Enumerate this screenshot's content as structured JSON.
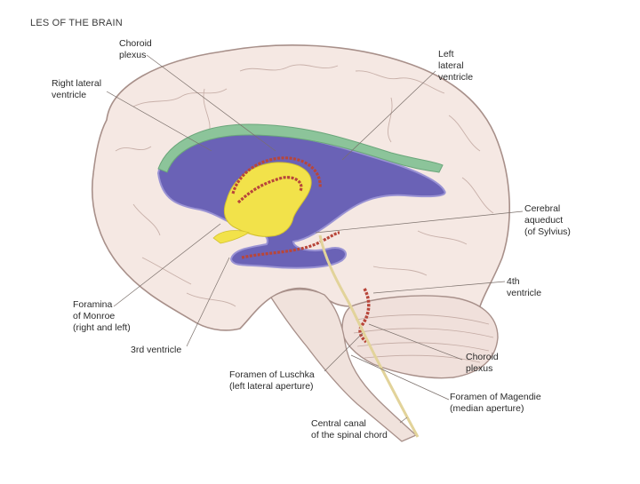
{
  "title": "LES OF THE BRAIN",
  "labels": {
    "choroid_plexus_top": "Choroid\nplexus",
    "left_lateral_ventricle": "Left\nlateral\nventricle",
    "right_lateral_ventricle": "Right lateral\nventricle",
    "cerebral_aqueduct": "Cerebral\naqueduct\n(of Sylvius)",
    "fourth_ventricle": "4th\nventricle",
    "foramina_of_monroe": "Foramina\nof Monroe\n(right and left)",
    "third_ventricle": "3rd ventricle",
    "choroid_plexus_bottom": "Choroid\nplexus",
    "foramen_of_luschka": "Foramen of Luschka\n(left lateral aperture)",
    "foramen_of_magendie": "Foramen of Magendie\n(median aperture)",
    "central_canal": "Central canal\nof the spinal chord"
  },
  "colors": {
    "brain_fill": "#f4e6e1",
    "brain_outline": "#a8908a",
    "lateral_ventricle": "#6a62b6",
    "ventricle_edge": "#9a93d4",
    "choroid_green": "#8cc49a",
    "third_ventricle_yellow": "#f2e24a",
    "choroid_plexus_red": "#b8463a",
    "spinal_cord": "#e9dca6"
  }
}
